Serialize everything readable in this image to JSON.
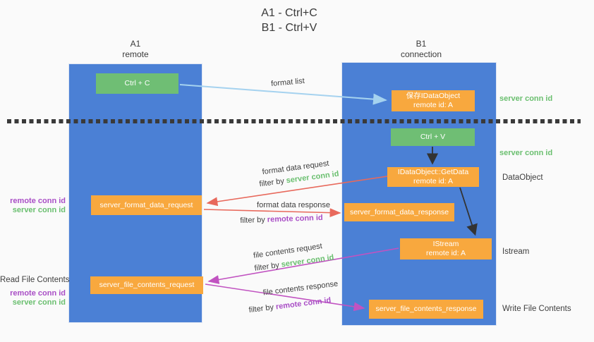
{
  "title": {
    "line1": "A1 - Ctrl+C",
    "line2": "B1 - Ctrl+V"
  },
  "columns": {
    "a": {
      "header_line1": "A1",
      "header_line2": "remote"
    },
    "b": {
      "header_line1": "B1",
      "header_line2": "connection"
    }
  },
  "boxes": {
    "ctrl_c": {
      "label": "Ctrl + C"
    },
    "ctrl_v": {
      "label": "Ctrl + V"
    },
    "save_idataobject": {
      "line1": "保存IDataObject",
      "line2": "remote id: A"
    },
    "getdata": {
      "line1": "IDataObject::GetData",
      "line2": "remote id: A"
    },
    "format_request": {
      "label": "server_format_data_request"
    },
    "format_response": {
      "label": "server_format_data_response"
    },
    "istream": {
      "line1": "IStream",
      "line2": "remote id: A"
    },
    "file_request": {
      "label": "server_file_contents_request"
    },
    "file_response": {
      "label": "server_file_contents_response"
    }
  },
  "messages": {
    "format_list": "format list",
    "format_data_request": "format data request",
    "format_data_response": "format data response",
    "file_contents_request": "file contents request",
    "file_contents_response": "file contents response",
    "filter_by": "filter by",
    "server_conn_id": "server conn id",
    "remote_conn_id": "remote conn id"
  },
  "side_labels": {
    "left": {
      "remote_conn_id": "remote conn id",
      "server_conn_id": "server conn id",
      "read_file_contents": "Read File Contents"
    },
    "right": {
      "server_conn_id_top": "server conn id",
      "server_conn_id_mid": "server conn id",
      "dataobject": "DataObject",
      "istream": "Istream",
      "write_file_contents": "Write File Contents"
    }
  },
  "colors": {
    "background": "#fafafa",
    "lifeline_blue": "#4b80d5",
    "box_green": "#6fbe74",
    "box_orange": "#f8a83e",
    "arrow_light_blue": "#a5d2ef",
    "arrow_red": "#e8695c",
    "arrow_magenta": "#c153c1",
    "arrow_black": "#333333",
    "text_green": "#6abf6f",
    "text_purple": "#a94ec6",
    "text_dark": "#3e3e3e"
  }
}
